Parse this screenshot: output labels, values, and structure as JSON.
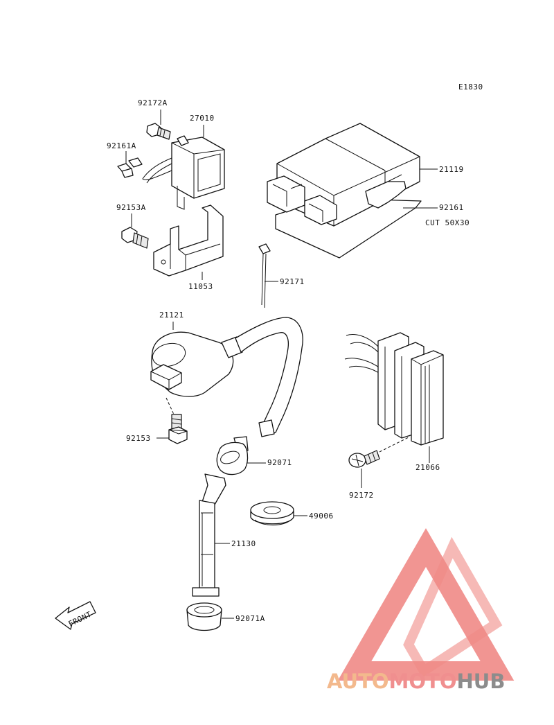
{
  "diagram_code": "E1830",
  "parts": [
    {
      "id": "p-27010",
      "label": "27010"
    },
    {
      "id": "p-92172A",
      "label": "92172A"
    },
    {
      "id": "p-92161A",
      "label": "92161A"
    },
    {
      "id": "p-92153A",
      "label": "92153A"
    },
    {
      "id": "p-11053",
      "label": "11053"
    },
    {
      "id": "p-21119",
      "label": "21119"
    },
    {
      "id": "p-92161",
      "label": "92161"
    },
    {
      "id": "p-92171",
      "label": "92171"
    },
    {
      "id": "p-21121",
      "label": "21121"
    },
    {
      "id": "p-92153",
      "label": "92153"
    },
    {
      "id": "p-92071",
      "label": "92071"
    },
    {
      "id": "p-49006",
      "label": "49006"
    },
    {
      "id": "p-21130",
      "label": "21130"
    },
    {
      "id": "p-92071A",
      "label": "92071A"
    },
    {
      "id": "p-21066",
      "label": "21066"
    },
    {
      "id": "p-92172",
      "label": "92172"
    }
  ],
  "cut_note": "CUT 50X30",
  "front_label": "FRONT",
  "watermark": {
    "part1": "AUTO",
    "part2": "MOTO",
    "part3": "HUB",
    "color_auto": "#f3b98d",
    "color_moto": "#f08f8f",
    "color_hub": "#8c8c8c",
    "triangle_color": "#f08a86"
  }
}
